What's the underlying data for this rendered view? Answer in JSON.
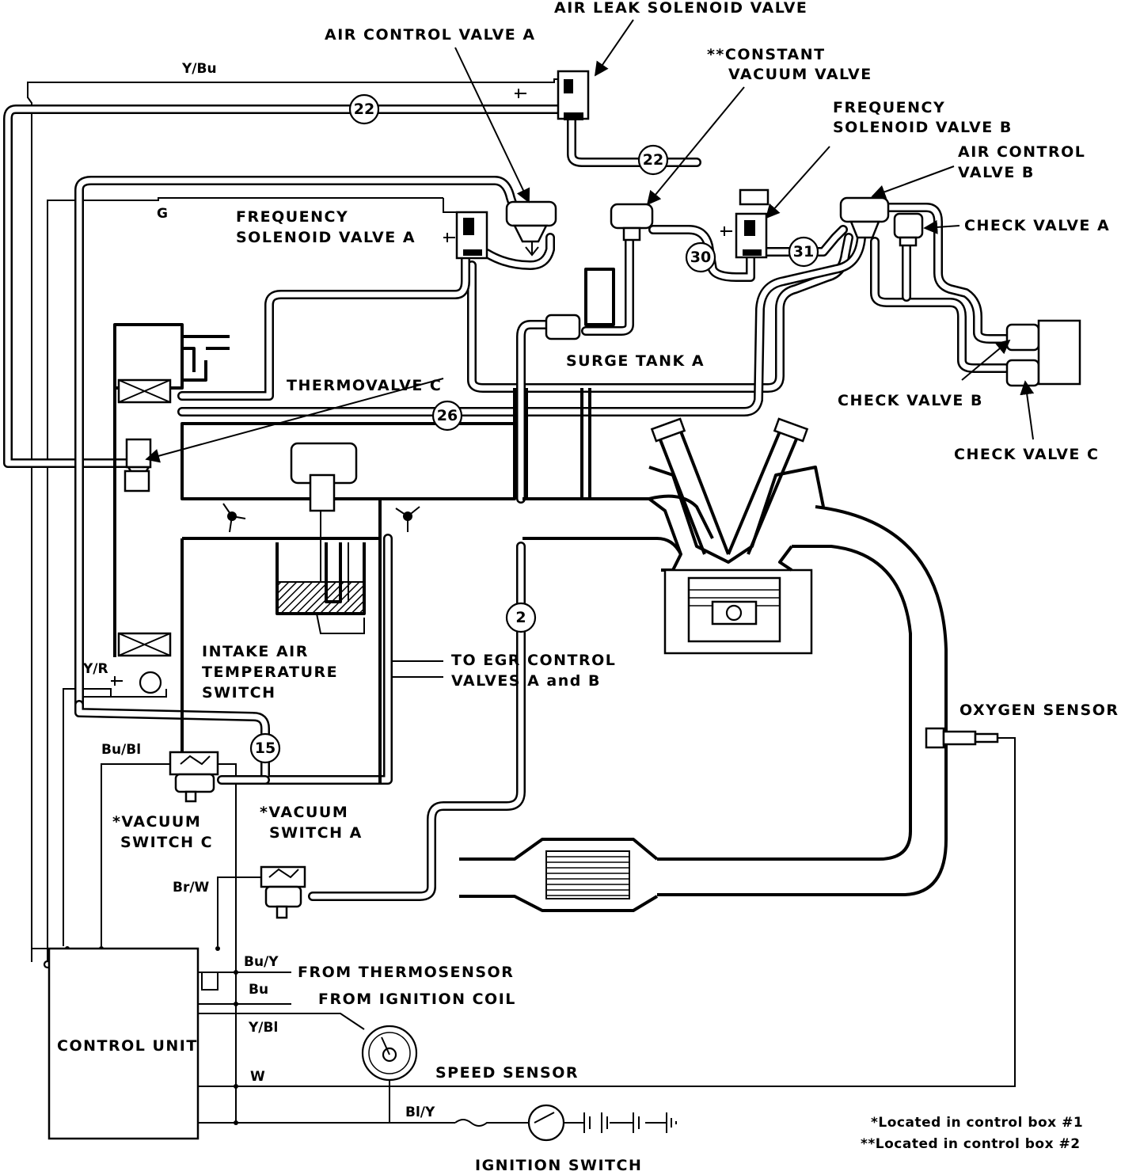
{
  "components": {
    "air_leak_solenoid_valve": "AIR LEAK SOLENOID VALVE",
    "air_control_valve_a": "AIR CONTROL VALVE A",
    "constant_vacuum_valve_1": "**CONSTANT",
    "constant_vacuum_valve_2": "VACUUM VALVE",
    "frequency_solenoid_valve_b_1": "FREQUENCY",
    "frequency_solenoid_valve_b_2": "SOLENOID VALVE B",
    "air_control_valve_b_1": "AIR CONTROL",
    "air_control_valve_b_2": "VALVE B",
    "check_valve_a": "CHECK VALVE A",
    "frequency_solenoid_valve_a_1": "FREQUENCY",
    "frequency_solenoid_valve_a_2": "SOLENOID VALVE A",
    "surge_tank_a": "SURGE TANK A",
    "thermovalve_c": "THERMOVALVE C",
    "check_valve_b": "CHECK VALVE B",
    "check_valve_c": "CHECK VALVE C",
    "intake_air_temp_switch_1": "INTAKE AIR",
    "intake_air_temp_switch_2": "TEMPERATURE",
    "intake_air_temp_switch_3": "SWITCH",
    "to_egr_1": "TO EGR CONTROL",
    "to_egr_2": "VALVES A and B",
    "oxygen_sensor": "OXYGEN SENSOR",
    "vacuum_switch_c_1": "*VACUUM",
    "vacuum_switch_c_2": "SWITCH C",
    "vacuum_switch_a_1": "*VACUUM",
    "vacuum_switch_a_2": "SWITCH A",
    "from_thermosensor": "FROM THERMOSENSOR",
    "from_ignition_coil": "FROM IGNITION COIL",
    "control_unit": "CONTROL UNIT",
    "speed_sensor": "SPEED SENSOR",
    "ignition_switch": "IGNITION SWITCH"
  },
  "wire_colors": {
    "y_bu": "Y/Bu",
    "g": "G",
    "y_r": "Y/R",
    "bu_bl": "Bu/Bl",
    "br_w": "Br/W",
    "bu_y": "Bu/Y",
    "bu": "Bu",
    "y_bl": "Y/Bl",
    "w": "W",
    "bl_y": "Bl/Y"
  },
  "hose_numbers": {
    "h22a": "22",
    "h22b": "22",
    "h30": "30",
    "h31": "31",
    "h26": "26",
    "h2": "2",
    "h15": "15"
  },
  "notes": {
    "box1": "*Located in control box #1",
    "box2": "**Located in control box #2"
  }
}
